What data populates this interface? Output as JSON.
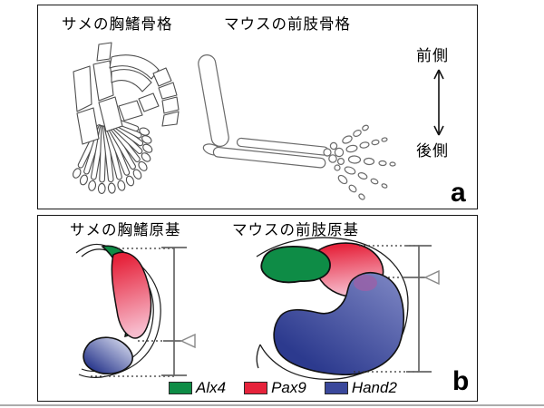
{
  "panel_a": {
    "label": "a",
    "shark_title": "サメの胸鰭骨格",
    "mouse_title": "マウスの前肢骨格",
    "anterior_label": "前側",
    "posterior_label": "後側"
  },
  "panel_b": {
    "label": "b",
    "shark_title": "サメの胸鰭原基",
    "mouse_title": "マウスの前肢原基",
    "legend": [
      {
        "gene": "Alx4",
        "color": "#0e8c46"
      },
      {
        "gene": "Pax9",
        "color": "#e6233b"
      },
      {
        "gene": "Hand2",
        "color": "#3a489b"
      }
    ]
  },
  "colors": {
    "green": "#0e8c46",
    "red": "#e6233b",
    "red_light": "#f7bccd",
    "blue_dark": "#2c3a8e",
    "blue_mid": "#7b84c2",
    "blue_light": "#e8ebf8",
    "purple": "#9962a8"
  }
}
